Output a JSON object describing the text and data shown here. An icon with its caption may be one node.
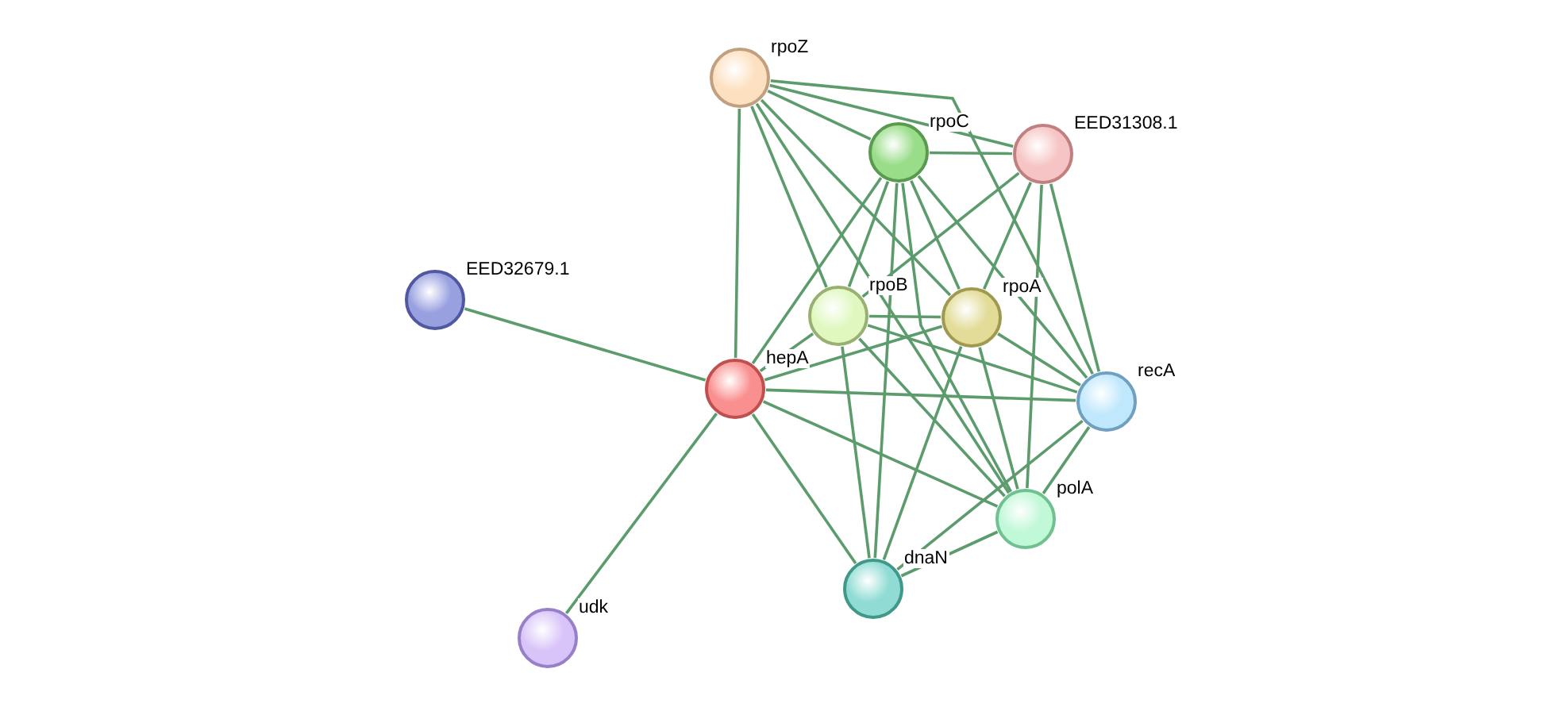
{
  "diagram": {
    "nodes": [
      {
        "text": [
          "rpoZ"
        ]
      },
      {
        "text": [
          "rpoC"
        ]
      },
      {
        "text": [
          "EED31308.1"
        ]
      },
      {
        "text": [
          "EED32679.1"
        ]
      },
      {
        "text": [
          "rpoB"
        ]
      },
      {
        "text": [
          "rpoA"
        ]
      },
      {
        "text": [
          "hepA"
        ]
      },
      {
        "text": [
          "recA"
        ]
      },
      {
        "text": [
          "polA"
        ]
      },
      {
        "text": [
          "dnaN"
        ]
      },
      {
        "text": [
          "udk"
        ]
      }
    ],
    "edges": [
      {
        "from": 0,
        "to": 1,
        "arrow": "none"
      },
      {
        "from": 0,
        "to": 2,
        "arrow": "none"
      },
      {
        "from": 0,
        "to": 4,
        "arrow": "none"
      },
      {
        "from": 0,
        "to": 5,
        "arrow": "none"
      },
      {
        "from": 0,
        "to": 6,
        "arrow": "none"
      },
      {
        "from": 0,
        "to": 7,
        "arrow": "none"
      },
      {
        "from": 0,
        "to": 8,
        "arrow": "none"
      },
      {
        "from": 1,
        "to": 2,
        "arrow": "none"
      },
      {
        "from": 1,
        "to": 4,
        "arrow": "none"
      },
      {
        "from": 1,
        "to": 5,
        "arrow": "none"
      },
      {
        "from": 1,
        "to": 6,
        "arrow": "none"
      },
      {
        "from": 1,
        "to": 7,
        "arrow": "none"
      },
      {
        "from": 1,
        "to": 8,
        "arrow": "none"
      },
      {
        "from": 1,
        "to": 9,
        "arrow": "none"
      },
      {
        "from": 2,
        "to": 4,
        "arrow": "none"
      },
      {
        "from": 2,
        "to": 5,
        "arrow": "none"
      },
      {
        "from": 2,
        "to": 7,
        "arrow": "none"
      },
      {
        "from": 2,
        "to": 8,
        "arrow": "none"
      },
      {
        "from": 3,
        "to": 6,
        "arrow": "none"
      },
      {
        "from": 4,
        "to": 5,
        "arrow": "none"
      },
      {
        "from": 4,
        "to": 6,
        "arrow": "none"
      },
      {
        "from": 4,
        "to": 7,
        "arrow": "none"
      },
      {
        "from": 4,
        "to": 8,
        "arrow": "none"
      },
      {
        "from": 4,
        "to": 9,
        "arrow": "none"
      },
      {
        "from": 5,
        "to": 6,
        "arrow": "none"
      },
      {
        "from": 5,
        "to": 7,
        "arrow": "none"
      },
      {
        "from": 5,
        "to": 8,
        "arrow": "none"
      },
      {
        "from": 5,
        "to": 9,
        "arrow": "none"
      },
      {
        "from": 6,
        "to": 7,
        "arrow": "none"
      },
      {
        "from": 6,
        "to": 8,
        "arrow": "none"
      },
      {
        "from": 6,
        "to": 9,
        "arrow": "none"
      },
      {
        "from": 6,
        "to": 10,
        "arrow": "none"
      },
      {
        "from": 7,
        "to": 8,
        "arrow": "none"
      },
      {
        "from": 7,
        "to": 9,
        "arrow": "none"
      },
      {
        "from": 8,
        "to": 9,
        "arrow": "none"
      }
    ]
  }
}
